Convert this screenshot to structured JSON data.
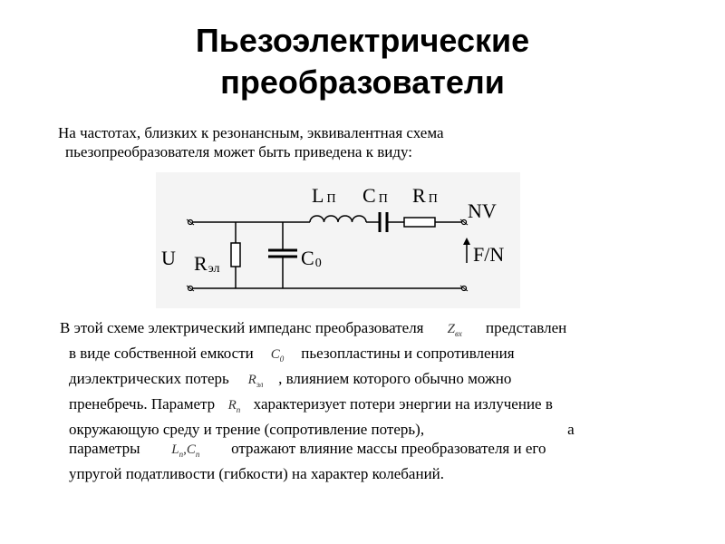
{
  "title": {
    "line1": "Пьезоэлектрические",
    "line2": "преобразователи"
  },
  "intro": {
    "line1": "На частотах, близких к резонансным, эквивалентная схема",
    "line2": "пьезопреобразователя может быть приведена к виду:"
  },
  "circuit": {
    "label_u": "U",
    "label_l": "L",
    "label_l_sub": "П",
    "label_c": "C",
    "label_c_sub": "П",
    "label_r": "R",
    "label_r_sub": "П",
    "label_nv": "NV",
    "label_fn": "F/N",
    "label_rel": "R",
    "label_rel_sub": "эл",
    "label_c0": "C",
    "label_c0_sub": "0"
  },
  "para": {
    "l1a": "В этой схеме электрический импеданс преобразователя",
    "sym_zvx": "Z",
    "sym_zvx_sub": "вх",
    "l1b": "представлен",
    "l2a": "в виде собственной емкости",
    "sym_c0": "C",
    "sym_c0_sub": "0",
    "l2b": "пьезопластины и сопротивления",
    "l3a": "диэлектрических потерь",
    "sym_rel": "R",
    "sym_rel_sub": "эл",
    "l3b": ", влиянием которого обычно можно",
    "l4a": "пренебречь. Параметр",
    "sym_rp": "R",
    "sym_rp_sub": "п",
    "l4b": "характеризует потери энергии на излучение  в",
    "l5a": "окружающую среду и трение (сопротивление потерь),",
    "l5b": "а",
    "l6a": "параметры",
    "sym_lp": "L",
    "sym_lp_sub": "п",
    "sym_comma": ",",
    "sym_cp": "C",
    "sym_cp_sub": "п",
    "l6b": "отражают влияние массы преобразователя и его",
    "l7": "упругой податливости (гибкости) на характер колебаний."
  }
}
